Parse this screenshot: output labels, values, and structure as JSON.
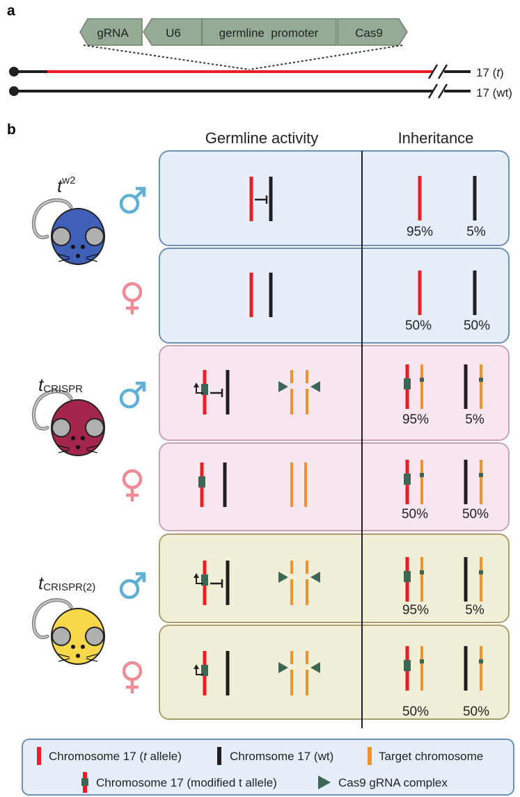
{
  "panel_a": {
    "label": "a",
    "construct": [
      "gRNA",
      "U6",
      "germline  promoter",
      "Cas9"
    ],
    "chromosomes": [
      {
        "label": "17 (",
        "allele": "t",
        "label_end": ")"
      },
      {
        "label": "17 (wt)"
      }
    ]
  },
  "panel_b": {
    "label": "b",
    "headers": {
      "germline": "Germline activity",
      "inheritance": "Inheritance"
    },
    "mice": [
      {
        "name_main": "t",
        "name_sup": "w2",
        "name_sub": ""
      },
      {
        "name_main": "t",
        "name_sup": "",
        "name_sub": "CRISPR"
      },
      {
        "name_main": "t",
        "name_sup": "",
        "name_sub": "CRISPR(2)"
      }
    ],
    "sex_symbols": {
      "male": "♂",
      "female": "♀"
    },
    "rows": [
      {
        "left_pct": "95%",
        "right_pct": "5%"
      },
      {
        "left_pct": "50%",
        "right_pct": "50%"
      },
      {
        "left_pct": "95%",
        "right_pct": "5%"
      },
      {
        "left_pct": "50%",
        "right_pct": "50%"
      },
      {
        "left_pct": "95%",
        "right_pct": "5%"
      },
      {
        "left_pct": "50%",
        "right_pct": "50%"
      }
    ]
  },
  "legend": {
    "t_allele_a": "Chromosome 17 (",
    "t_allele_b": "t",
    "t_allele_c": " allele)",
    "wt": "Chromsome 17 (wt)",
    "target": "Target chromosome",
    "modified": "Chromosome 17 (modified t allele)",
    "cas9": "Cas9 gRNA complex"
  },
  "colors": {
    "red": "#ee1c24",
    "black": "#231f20",
    "orange": "#f0922b",
    "cassette": "#3e6654",
    "construct_fill": "#95ab96",
    "blue_bg": "#e6eff9",
    "blue_border": "#6b8fb5",
    "pink_bg": "#f8e6f0",
    "pink_border": "#c7a0b8",
    "yellow_bg": "#f2efd9",
    "yellow_border": "#aa9c6c",
    "male": "#5fb0d6",
    "female": "#ef8a97"
  }
}
